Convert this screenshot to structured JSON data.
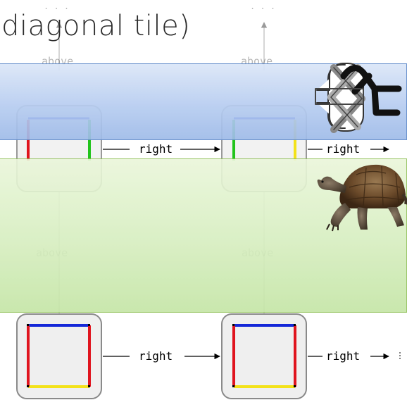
{
  "title": "diagonal tile)",
  "labels": {
    "ellipsis_1": ". . .",
    "ellipsis_2": ". . .",
    "above_top_1": "above",
    "above_top_2": "above",
    "above_mid_1": "above",
    "above_mid_2": "above",
    "right_mid_1": "right",
    "right_mid_2": "right",
    "right_bot_1": "right",
    "right_bot_2": "right"
  },
  "colors": {
    "edge_red": "#e0141e",
    "edge_green": "#22c41c",
    "edge_blue": "#1428d8",
    "edge_yellow": "#f3e21a",
    "band_blue": "#b7cdf0",
    "band_green": "#d6eebf"
  },
  "images": {
    "logo": "celtic-knot-logo",
    "tortoise": "tortoise-image"
  }
}
